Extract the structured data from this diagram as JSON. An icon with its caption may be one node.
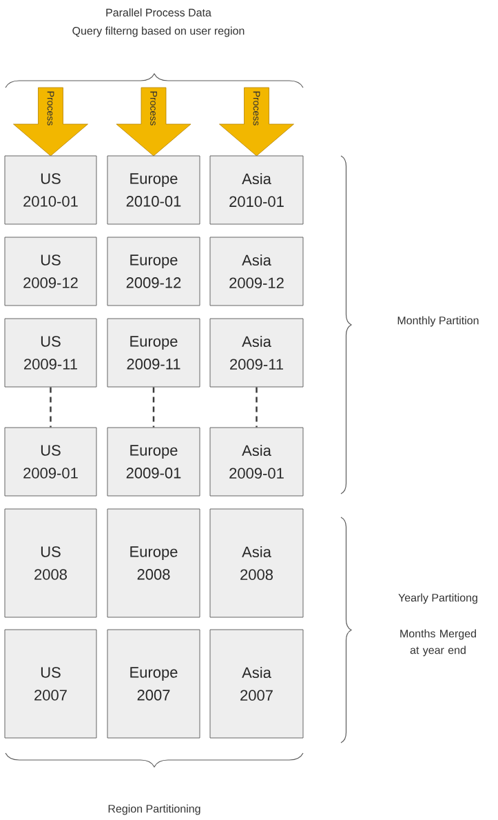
{
  "diagram": {
    "nodes": [
      {
        "text": [
          "Process"
        ]
      },
      {
        "text": [
          "Process"
        ]
      },
      {
        "text": [
          "Process"
        ]
      },
      {
        "text": [
          "US",
          "2010-01"
        ]
      },
      {
        "text": [
          "Europe",
          "2010-01"
        ]
      },
      {
        "text": [
          "Asia",
          "2010-01"
        ]
      },
      {
        "text": [
          "US",
          "2009-12"
        ]
      },
      {
        "text": [
          "Europe",
          "2009-12"
        ]
      },
      {
        "text": [
          "Asia",
          "2009-12"
        ]
      },
      {
        "text": [
          "US",
          "2009-11"
        ]
      },
      {
        "text": [
          "Europe",
          "2009-11"
        ]
      },
      {
        "text": [
          "Asia",
          "2009-11"
        ]
      },
      {
        "text": [
          "US",
          "2009-01"
        ]
      },
      {
        "text": [
          "Europe",
          "2009-01"
        ]
      },
      {
        "text": [
          "Asia",
          "2009-01"
        ]
      },
      {
        "text": [
          "US",
          "2008"
        ]
      },
      {
        "text": [
          "Europe",
          "2008"
        ]
      },
      {
        "text": [
          "Asia",
          "2008"
        ]
      },
      {
        "text": [
          "US",
          "2007"
        ]
      },
      {
        "text": [
          "Europe",
          "2007"
        ]
      },
      {
        "text": [
          "Asia",
          "2007"
        ]
      }
    ],
    "edges": [
      {
        "from": 9,
        "to": 12,
        "arrow": "none",
        "style": "dashed"
      },
      {
        "from": 10,
        "to": 13,
        "arrow": "none",
        "style": "dashed"
      },
      {
        "from": 11,
        "to": 14,
        "arrow": "none",
        "style": "dashed"
      }
    ],
    "labels": [
      "Parallel Process Data",
      "Query filterng based on user region",
      "Monthly Partition",
      "Yearly Partitiong",
      "Months Merged at year end",
      "Region Partitioning"
    ]
  }
}
